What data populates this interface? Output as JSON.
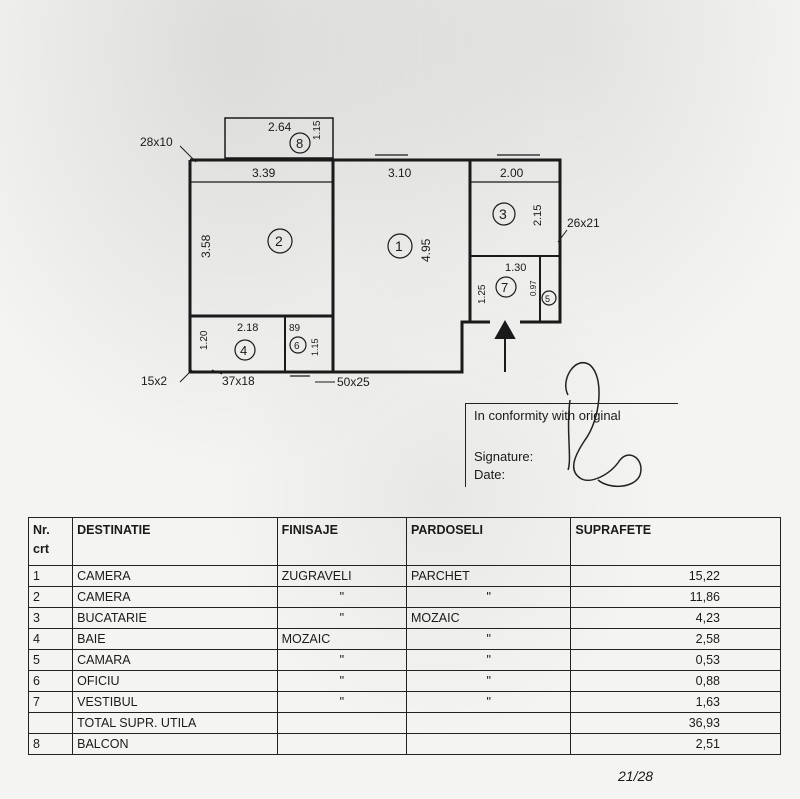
{
  "plan": {
    "dims": {
      "balcony_width": "2.64",
      "balcony_depth": "1.15",
      "room2_width": "3.39",
      "room1_width": "3.10",
      "room3_width": "2.00",
      "room2_height": "3.58",
      "room1_height": "4.95",
      "room3_height": "2.15",
      "room4_width": "2.18",
      "room4_height": "1.20",
      "room6_width": "89",
      "room6_height": "1.15",
      "room7_width": "1.30",
      "room7_height": "1.25",
      "room5_height": "0.97"
    },
    "annotations": {
      "top_left": "28x10",
      "right": "26x21",
      "bottom_left": "15x2",
      "bottom_mid1": "37x18",
      "bottom_mid2": "50x25"
    },
    "room_numbers": {
      "r1": "1",
      "r2": "2",
      "r3": "3",
      "r4": "4",
      "r5": "5",
      "r6": "6",
      "r7": "7",
      "r8": "8"
    }
  },
  "certificate": {
    "line1": "In conformity with original",
    "line2": "Signature:",
    "line3": "Date:"
  },
  "table": {
    "headers": {
      "nr": "Nr.",
      "crt": "crt",
      "destinatie": "DESTINATIE",
      "finisaje": "FINISAJE",
      "pardoseli": "PARDOSELI",
      "suprafete": "SUPRAFETE"
    },
    "rows": [
      {
        "nr": "1",
        "destinatie": "CAMERA",
        "finisaje": "ZUGRAVELI",
        "pardoseli": "PARCHET",
        "suprafete": "15,22"
      },
      {
        "nr": "2",
        "destinatie": "CAMERA",
        "finisaje": "\"",
        "pardoseli": "\"",
        "suprafete": "11,86"
      },
      {
        "nr": "3",
        "destinatie": "BUCATARIE",
        "finisaje": "\"",
        "pardoseli": "MOZAIC",
        "suprafete": "4,23"
      },
      {
        "nr": "4",
        "destinatie": "BAIE",
        "finisaje": "MOZAIC",
        "pardoseli": "\"",
        "suprafete": "2,58"
      },
      {
        "nr": "5",
        "destinatie": "CAMARA",
        "finisaje": "\"",
        "pardoseli": "\"",
        "suprafete": "0,53"
      },
      {
        "nr": "6",
        "destinatie": "OFICIU",
        "finisaje": "\"",
        "pardoseli": "\"",
        "suprafete": "0,88"
      },
      {
        "nr": "7",
        "destinatie": "VESTIBUL",
        "finisaje": "\"",
        "pardoseli": "\"",
        "suprafete": "1,63"
      },
      {
        "nr": "",
        "destinatie": "TOTAL SUPR. UTILA",
        "finisaje": "",
        "pardoseli": "",
        "suprafete": "36,93"
      },
      {
        "nr": "8",
        "destinatie": "BALCON",
        "finisaje": "",
        "pardoseli": "",
        "suprafete": "2,51"
      }
    ]
  },
  "page_number": "21/28"
}
